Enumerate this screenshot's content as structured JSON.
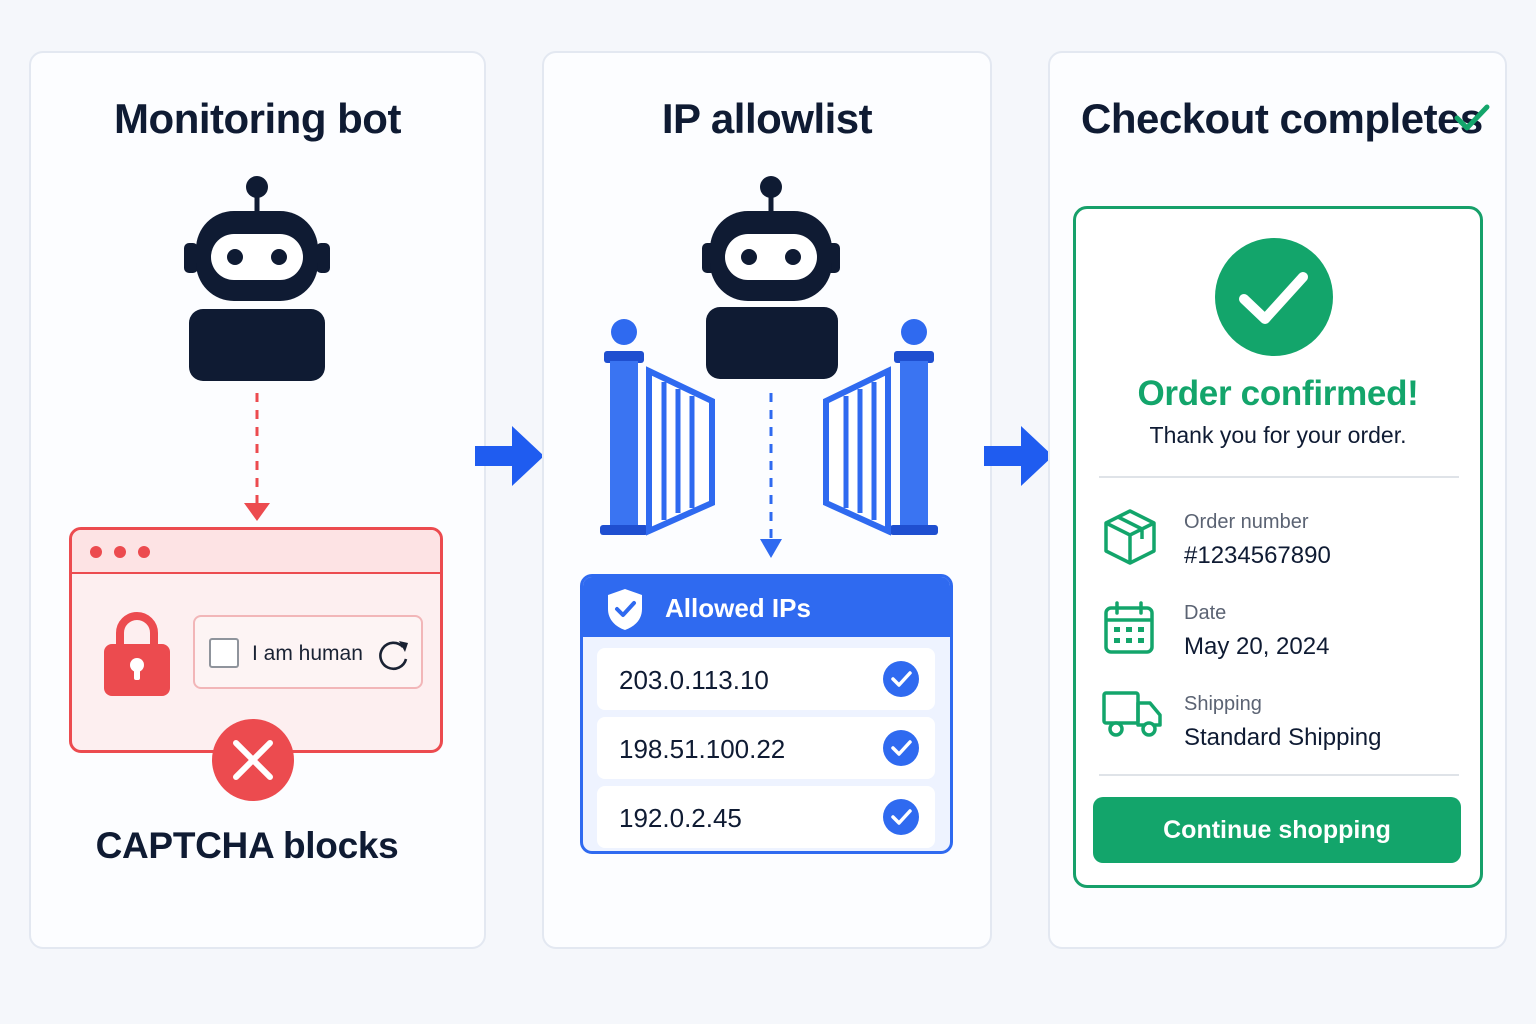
{
  "panels": {
    "bot": {
      "title": "Monitoring bot",
      "captcha_label": "I am human",
      "caption": "CAPTCHA blocks"
    },
    "allowlist": {
      "title": "IP allowlist",
      "header": "Allowed IPs",
      "ips": [
        "203.0.113.10",
        "198.51.100.22",
        "192.0.2.45"
      ]
    },
    "checkout": {
      "title": "Checkout completes",
      "status": "Order confirmed!",
      "message": "Thank you for your order.",
      "details": [
        {
          "label": "Order number",
          "value": "#1234567890",
          "icon": "package-icon"
        },
        {
          "label": "Date",
          "value": "May 20, 2024",
          "icon": "calendar-icon"
        },
        {
          "label": "Shipping",
          "value": "Standard Shipping",
          "icon": "truck-icon"
        }
      ],
      "button": "Continue shopping"
    }
  },
  "colors": {
    "danger": "#ec4b4f",
    "primary": "#2f6af0",
    "success": "#13a56b",
    "ink": "#0f1b33"
  }
}
